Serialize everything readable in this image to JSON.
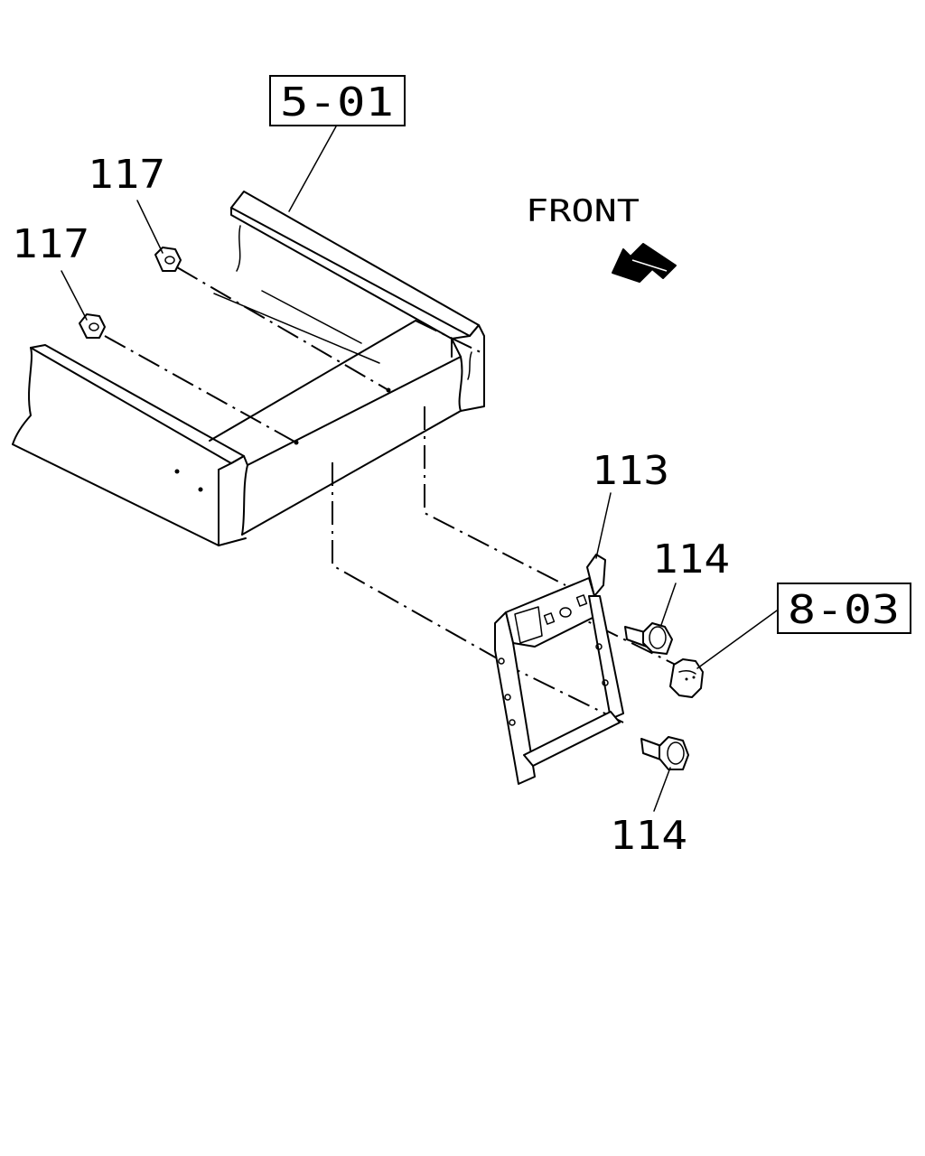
{
  "diagram": {
    "ref_labels": {
      "frame": "5-01",
      "cap": "8-03"
    },
    "part_labels": {
      "nut_upper": "117",
      "nut_lower": "117",
      "bracket": "113",
      "bolt_upper": "114",
      "bolt_lower": "114"
    },
    "direction": {
      "text": "FRONT",
      "arrow_icon": "front-arrow-icon"
    }
  }
}
